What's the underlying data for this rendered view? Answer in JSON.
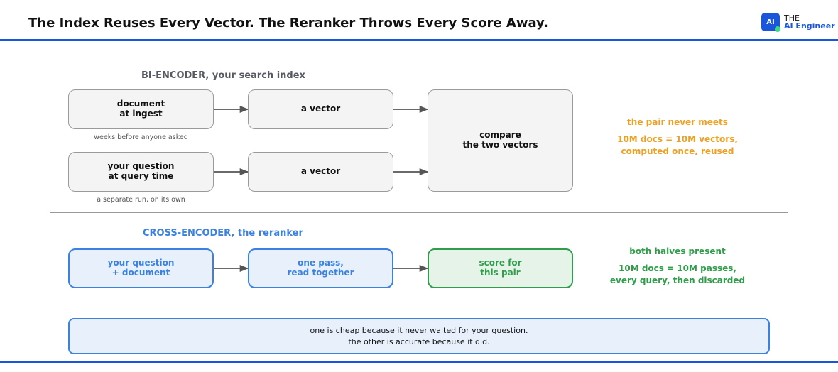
{
  "header": {
    "title": "The Index Reuses Every Vector. The Reranker Throws Every Score Away.",
    "brand_mark": "AI",
    "brand_the": "THE",
    "brand_name": "AI Engineer"
  },
  "bi_encoder": {
    "heading": "BI-ENCODER, your search index",
    "document_box": "document\nat ingest",
    "document_caption": "weeks before anyone asked",
    "question_box": "your question\nat query time",
    "question_caption": "a separate run, on its own",
    "vector_box_top": "a vector",
    "vector_box_bottom": "a vector",
    "compare_box": "compare\nthe two vectors",
    "note_title": "the pair never meets",
    "note_body": "10M docs = 10M vectors,\ncomputed once, reused"
  },
  "cross_encoder": {
    "heading": "CROSS-ENCODER, the reranker",
    "input_box": "your question\n+ document",
    "pass_box": "one pass,\nread together",
    "score_box": "score for\nthis pair",
    "note_title": "both halves present",
    "note_body": "10M docs = 10M passes,\nevery query, then discarded"
  },
  "summary": {
    "line1": "one is cheap because it never waited for your question.",
    "line2": "the other is accurate because it did."
  },
  "colors": {
    "brand": "#1a56db",
    "bi_heading": "#555a62",
    "cross_accent": "#3b82e0",
    "score_green": "#2e9e4a",
    "note_orange": "#f0a020"
  }
}
